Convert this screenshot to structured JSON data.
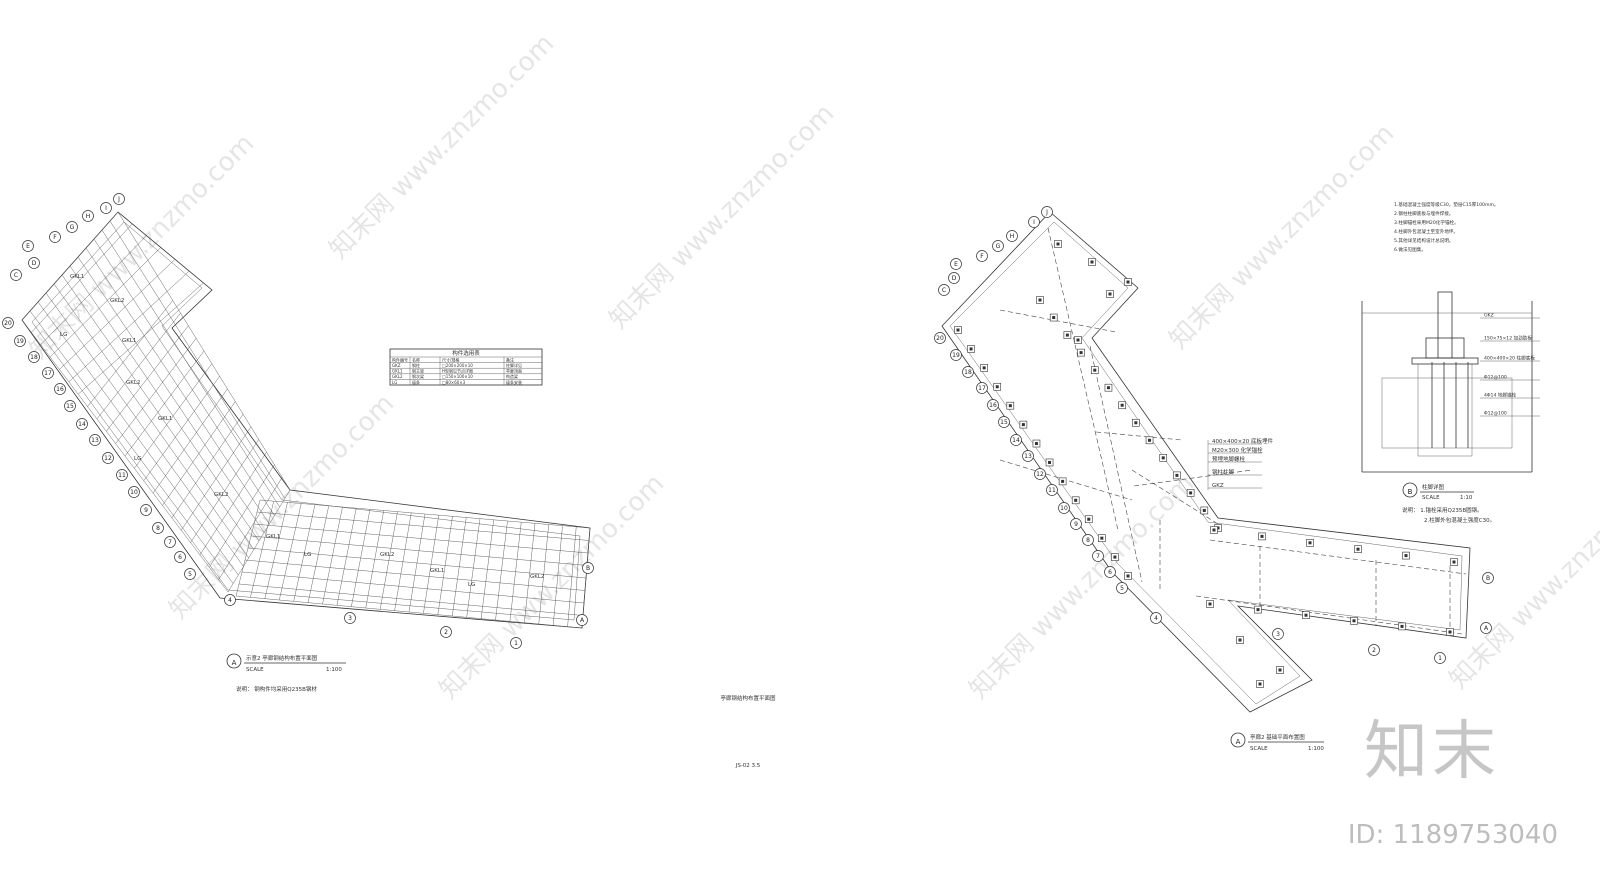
{
  "left_plan": {
    "grid_bubbles": [
      "J",
      "I",
      "H",
      "G",
      "F",
      "E",
      "D",
      "C",
      "20",
      "19",
      "18",
      "17",
      "16",
      "15",
      "14",
      "13",
      "12",
      "11",
      "10",
      "9",
      "8",
      "7",
      "6",
      "5",
      "4",
      "3",
      "2",
      "1",
      "B",
      "A"
    ],
    "beam_tags": [
      "GKL1",
      "GKL2",
      "LG",
      "GKL1",
      "GKL2",
      "GKL1",
      "LG",
      "GKL2",
      "GKL1",
      "LG",
      "GKL2",
      "GKL1",
      "LG",
      "GKL2"
    ],
    "title_mark": "A",
    "title": "示意2  亭廊钢结构布置平面图",
    "scale_label": "SCALE",
    "scale_value": "1:100",
    "note": "说明：  钢构件均采用Q235B钢材"
  },
  "member_table": {
    "title": "构件选用表",
    "headers": [
      "构件编号",
      "名称",
      "尺寸/规格",
      "备注"
    ],
    "rows": [
      [
        "GKZ",
        "钢柱",
        "□200×200×10",
        "柱脚详见"
      ],
      [
        "GKL1",
        "钢主梁",
        "H型钢见节点详图",
        "亭廊顶面"
      ],
      [
        "GKL2",
        "钢次梁",
        "□150×100×10",
        "构造梁"
      ],
      [
        "LG",
        "檩条",
        "□80×60×3",
        "檩条安装"
      ]
    ]
  },
  "center_caption": "亭廊钢结构布置平面图",
  "center_sheet_no": "JS-02  3.5",
  "right_plan": {
    "grid_bubbles": [
      "J",
      "I",
      "H",
      "G",
      "F",
      "E",
      "D",
      "C",
      "20",
      "19",
      "18",
      "17",
      "16",
      "15",
      "14",
      "13",
      "12",
      "11",
      "10",
      "9",
      "8",
      "7",
      "6",
      "5",
      "4",
      "3",
      "2",
      "1",
      "B",
      "A"
    ],
    "callouts": [
      "400×400×20 底板埋件",
      "M20×300 化学锚栓",
      "预埋地脚螺栓",
      "钢柱柱脚",
      "GKZ"
    ],
    "title_mark": "A",
    "title": "亭廊2  基础平面布置图",
    "scale_label": "SCALE",
    "scale_value": "1:100"
  },
  "notes_block": {
    "lines": [
      "1.基础混凝土强度等级C30，垫层C15厚100mm。",
      "2.钢柱柱脚底板与埋件焊接。",
      "3.柱脚锚栓采用M20化学锚栓。",
      "4.柱脚外包混凝土至室外地坪。",
      "5.其他详见结构设计总说明。",
      "6.做法见图集。"
    ]
  },
  "detail_b": {
    "labels": [
      "GKZ",
      "150×75×12 加劲肋板",
      "400×400×20 柱脚底板",
      "Φ12@100",
      "4Φ14 地脚锚栓",
      "Φ12@100"
    ],
    "title_mark": "B",
    "title": "柱脚详图",
    "scale_label": "SCALE",
    "scale_value": "1:10",
    "note_lines": [
      "说明：  1.锚栓采用Q235B圆钢。",
      "2.柱脚外包混凝土强度C30。"
    ]
  },
  "watermarks": [
    "知末网 www.znzmo.com",
    "知末网 www.znzmo.com",
    "知末网 www.znzmo.com",
    "知末网 www.znzmo.com",
    "知末网 www.znzmo.com",
    "知末网 www.znzmo.com",
    "知末网 www.znzmo.com",
    "知末网 www.znzmo.com"
  ],
  "brand": "知末",
  "drawing_id": "ID: 1189753040"
}
